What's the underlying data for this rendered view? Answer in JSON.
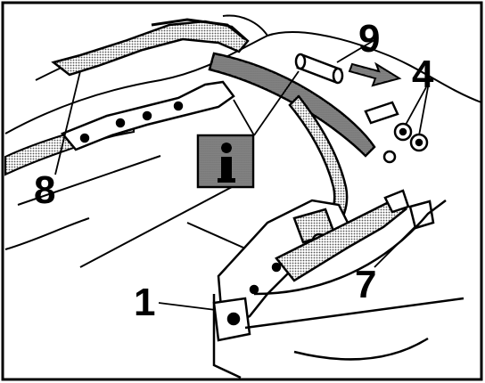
{
  "callouts": {
    "c1": "1",
    "c4": "4",
    "c7": "7",
    "c8": "8",
    "c9": "9",
    "info_symbol": "i"
  },
  "colors": {
    "ink": "#000000",
    "paper": "#ffffff",
    "shade": "#a8a8a8"
  },
  "icons": {
    "info": "info-icon",
    "direction": "arrow-right-icon"
  }
}
